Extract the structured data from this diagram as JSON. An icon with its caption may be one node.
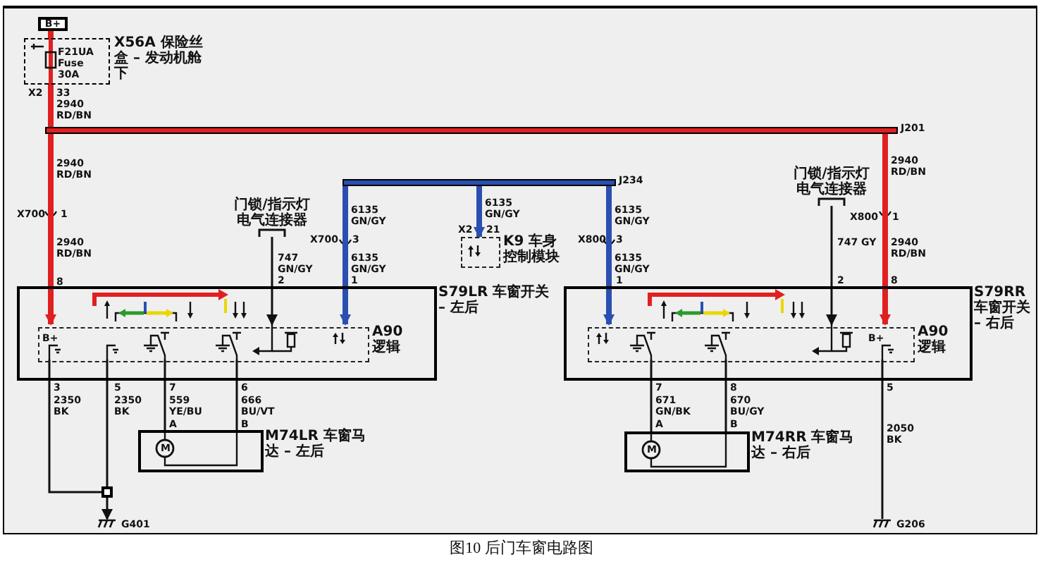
{
  "diagram": {
    "caption": "图10 后门车窗电路图",
    "nodes": [
      {
        "text": [
          "B+"
        ]
      },
      {
        "text": [
          "F21UA Fuse 30A"
        ],
        "beside": [
          "X56A 保险丝盒 – 发动机舱下"
        ]
      },
      {
        "text": [],
        "shape": "bar",
        "beside": [
          "J201"
        ]
      },
      {
        "text": [],
        "shape": "bar",
        "beside": [
          "J234"
        ]
      },
      {
        "text": [
          "S79LR 车窗开关 – 左后"
        ]
      },
      {
        "text": [
          "A90 逻辑"
        ],
        "in": 4
      },
      {
        "text": [
          "M74LR 车窗马达 – 左后"
        ]
      },
      {
        "text": [
          "S79RR 车窗开关 – 右后"
        ]
      },
      {
        "text": [
          "A90 逻辑"
        ],
        "in": 7
      },
      {
        "text": [
          "M74RR 车窗马达 – 右后"
        ]
      },
      {
        "text": [
          "K9 车身控制模块"
        ]
      },
      {
        "text": [
          "门锁/指示灯电气连接器"
        ]
      },
      {
        "text": [
          "门锁/指示灯电气连接器"
        ]
      },
      {
        "text": [
          "G401"
        ]
      },
      {
        "text": [
          "G206"
        ]
      },
      {
        "text": [],
        "shape": "box"
      }
    ],
    "edges": [
      {
        "from": 0,
        "to": 1,
        "arrow": "none",
        "style": "thick",
        "color": "#e02020"
      },
      {
        "from": 1,
        "to": 2,
        "arrow": "none",
        "style": "thick",
        "color": "#e02020"
      },
      {
        "from": 2,
        "to": 5,
        "arrow": "to",
        "style": "thick",
        "color": "#e02020"
      },
      {
        "from": 2,
        "to": 8,
        "arrow": "to",
        "style": "thick",
        "color": "#e02020"
      },
      {
        "from": 3,
        "to": 5,
        "arrow": "to",
        "style": "thick",
        "color": "#2a4fb0"
      },
      {
        "from": 3,
        "to": 10,
        "arrow": "to",
        "style": "thick",
        "color": "#2a4fb0"
      },
      {
        "from": 3,
        "to": 8,
        "arrow": "to",
        "style": "thick",
        "color": "#2a4fb0"
      },
      {
        "from": 11,
        "to": 5,
        "arrow": "to"
      },
      {
        "from": 12,
        "to": 8,
        "arrow": "to"
      },
      {
        "from": 5,
        "to": 6,
        "arrow": "none"
      },
      {
        "from": 5,
        "to": 6,
        "arrow": "none"
      },
      {
        "from": 5,
        "to": 15,
        "arrow": "none"
      },
      {
        "from": 5,
        "to": 15,
        "arrow": "none"
      },
      {
        "from": 15,
        "to": 13,
        "arrow": "to"
      },
      {
        "from": 8,
        "to": 9,
        "arrow": "none"
      },
      {
        "from": 8,
        "to": 9,
        "arrow": "none"
      },
      {
        "from": 8,
        "to": 14,
        "arrow": "none"
      }
    ],
    "labels": [
      "X2",
      "33",
      "2940 RD/BN",
      "2940 RD/BN",
      "X700",
      "1",
      "2940 RD/BN",
      "8",
      "6135 GN/GY",
      "X700",
      "3",
      "747 GN/GY",
      "6135 GN/GY",
      "2",
      "1",
      "6135 GN/GY",
      "X2",
      "21",
      "6135 GN/GY",
      "X800",
      "3",
      "6135 GN/GY",
      "1",
      "2940 RD/BN",
      "X800",
      "1",
      "747 GY",
      "2940 RD/BN",
      "2",
      "8",
      "B+",
      "B+",
      "3",
      "5",
      "7",
      "6",
      "2350 BK",
      "2350 BK",
      "559 YE/BU",
      "666 BU/VT",
      "A",
      "B",
      "M",
      "7",
      "8",
      "5",
      "671 GN/BK",
      "670 BU/GY",
      "A",
      "B",
      "M",
      "2050 BK"
    ]
  }
}
